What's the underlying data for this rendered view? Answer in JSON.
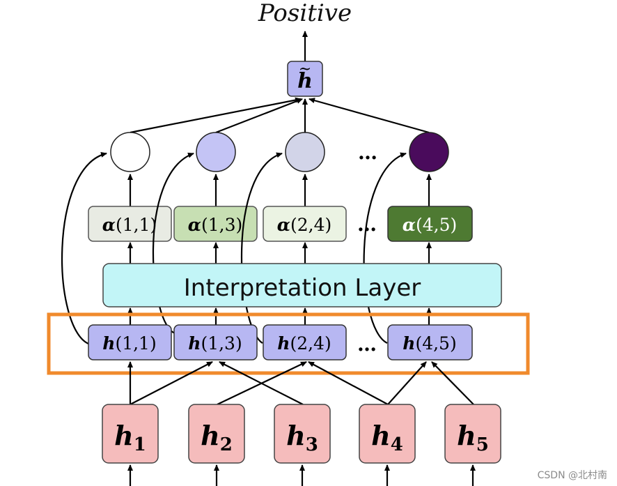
{
  "title": "Positive",
  "output_node": {
    "letter": "h",
    "accent": "~"
  },
  "interpretation_layer": {
    "label": "Interpretation Layer"
  },
  "ellipsis": "…",
  "watermark": "CSDN @北村南",
  "circles": [
    {
      "fill": "#ffffff"
    },
    {
      "fill": "#c4c4f5"
    },
    {
      "fill": "#d2d4e8"
    },
    {
      "fill": "#4a0b5c"
    }
  ],
  "alpha_boxes": [
    {
      "symbol": "α",
      "args": "(1,1)",
      "fill": "#e8ebe3",
      "text_color": "#000000"
    },
    {
      "symbol": "α",
      "args": "(1,3)",
      "fill": "#c7dfb3",
      "text_color": "#000000"
    },
    {
      "symbol": "α",
      "args": "(2,4)",
      "fill": "#ebf3e3",
      "text_color": "#000000"
    },
    {
      "symbol": "α",
      "args": "(4,5)",
      "fill": "#4e7a32",
      "text_color": "#ffffff"
    }
  ],
  "span_boxes": [
    {
      "symbol": "h",
      "args": "(1,1)"
    },
    {
      "symbol": "h",
      "args": "(1,3)"
    },
    {
      "symbol": "h",
      "args": "(2,4)"
    },
    {
      "symbol": "h",
      "args": "(4,5)"
    }
  ],
  "token_boxes": [
    {
      "letter": "h",
      "sub": "1"
    },
    {
      "letter": "h",
      "sub": "2"
    },
    {
      "letter": "h",
      "sub": "3"
    },
    {
      "letter": "h",
      "sub": "4"
    },
    {
      "letter": "h",
      "sub": "5"
    }
  ],
  "colors": {
    "span_fill": "#b7b7f2",
    "token_fill": "#f5bcbc",
    "interp_fill": "#c2f5f7",
    "highlight_border": "#f08a2c",
    "output_fill": "#b7b7f2"
  }
}
